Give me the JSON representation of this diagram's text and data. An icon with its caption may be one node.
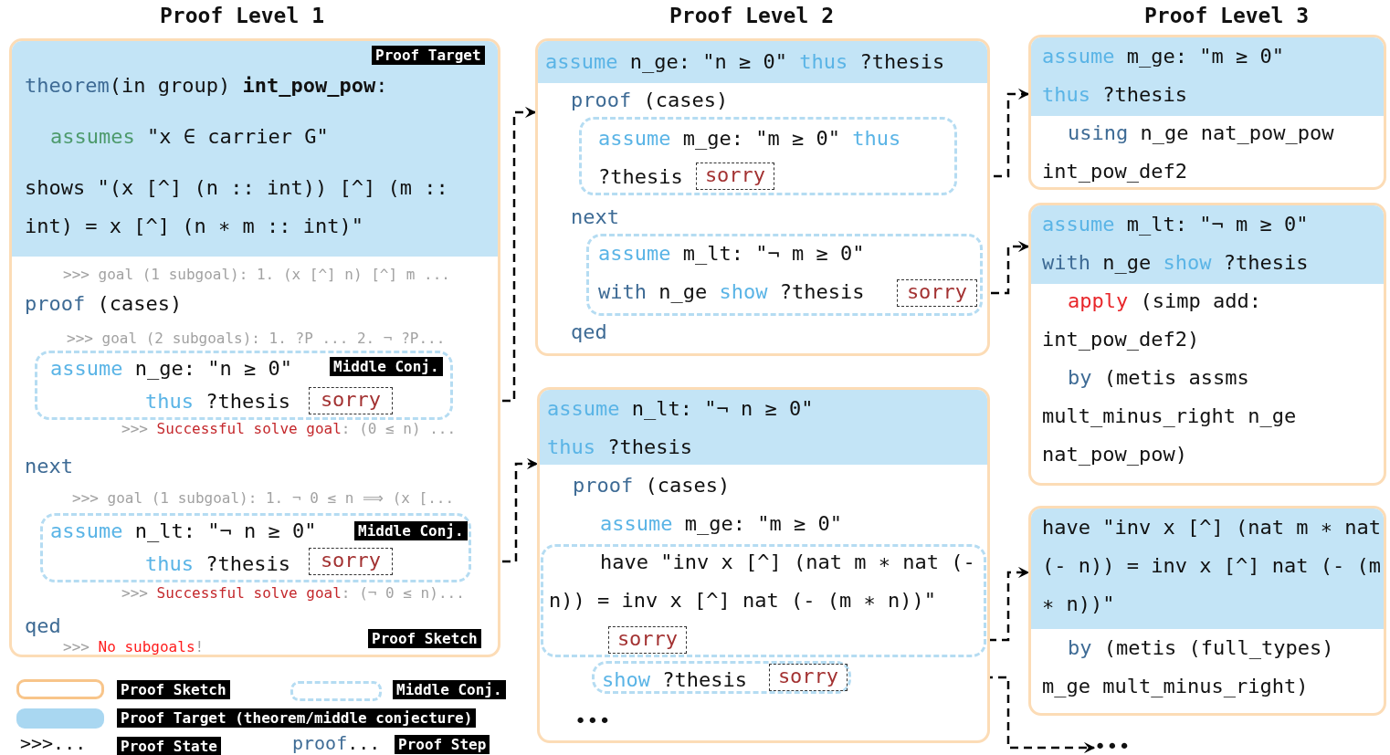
{
  "diagram": {
    "nodes": [
      {
        "text": [
          ">>> goal (1 subgoal): 1. (x [^] n) [^] m ...",
          "proof (cases)",
          ">>> goal (2 subgoals): 1. ?P ... 2. ¬ ?P...",
          ">>> Successful solve goal: (0 ≤ n) ...",
          "next",
          ">>> goal (1 subgoal): 1. ¬ 0 ≤ n ⟹ (x [...",
          ">>> Successful solve goal: (¬ 0 ≤ n)...",
          "qed",
          ">>> No subgoals!",
          "Proof Sketch"
        ]
      },
      {
        "text": [
          "Proof Target",
          "theorem(in group) int_pow_pow:",
          "assumes \"x ∈ carrier G\"",
          "shows \"(x [^] (n :: int)) [^] (m :: int) = x [^] (n ∗ m :: int)\""
        ],
        "in": 0
      },
      {
        "text": [
          "assume n_ge: \"n ≥ 0\"",
          "Middle Conj.",
          "thus ?thesis"
        ],
        "in": 0
      },
      {
        "text": [
          "sorry"
        ],
        "in": 2
      },
      {
        "text": [
          "assume n_lt: \"¬ n ≥ 0\"",
          "Middle Conj.",
          "thus ?thesis"
        ],
        "in": 0
      },
      {
        "text": [
          "sorry"
        ],
        "in": 4
      },
      {
        "text": [
          "proof (cases)",
          "next",
          "qed"
        ]
      },
      {
        "text": [
          "assume n_ge: \"n ≥ 0\" thus ?thesis"
        ],
        "in": 6
      },
      {
        "text": [
          "assume m_ge: \"m ≥ 0\" thus ?thesis"
        ],
        "in": 6
      },
      {
        "text": [
          "sorry"
        ],
        "in": 8
      },
      {
        "text": [
          "assume m_lt: \"¬ m ≥ 0\" with n_ge show ?thesis"
        ],
        "in": 6
      },
      {
        "text": [
          "sorry"
        ],
        "in": 10
      },
      {
        "text": [
          "proof (cases)",
          "assume m_ge: \"m ≥ 0\"",
          "•••"
        ]
      },
      {
        "text": [
          "assume n_lt: \"¬ n ≥ 0\" thus ?thesis"
        ],
        "in": 12
      },
      {
        "text": [
          "have \"inv x [^] (nat m ∗ nat (- n)) = inv x [^] nat (- (m ∗ n))\""
        ],
        "in": 12
      },
      {
        "text": [
          "sorry"
        ],
        "in": 14
      },
      {
        "text": [
          "show ?thesis"
        ],
        "in": 12
      },
      {
        "text": [
          "sorry"
        ],
        "in": 16
      },
      {
        "text": [
          "using n_ge nat_pow_pow int_pow_def2"
        ]
      },
      {
        "text": [
          "assume m_ge: \"m ≥ 0\" thus ?thesis"
        ],
        "in": 18
      },
      {
        "text": [
          "apply (simp add: int_pow_def2)",
          "by (metis assms mult_minus_right n_ge nat_pow_pow)"
        ]
      },
      {
        "text": [
          "assume m_lt: \"¬ m ≥ 0\" with n_ge show ?thesis"
        ],
        "in": 20
      },
      {
        "text": [
          "by (metis (full_types) m_ge mult_minus_right)"
        ]
      },
      {
        "text": [
          "have \"inv x [^] (nat m ∗ nat (- n)) = inv x [^] nat (- (m ∗ n))\""
        ],
        "in": 22
      },
      {
        "text": [
          "•••"
        ]
      },
      {
        "text": [],
        "shape": "box"
      },
      {
        "text": [],
        "shape": "box"
      }
    ],
    "edges": [
      {
        "from": 3,
        "to": 6,
        "arrow": "to"
      },
      {
        "from": 5,
        "to": 12,
        "arrow": "to"
      },
      {
        "from": 9,
        "to": 18,
        "arrow": "to"
      },
      {
        "from": 11,
        "to": 20,
        "arrow": "to"
      },
      {
        "from": 15,
        "to": 22,
        "arrow": "to"
      },
      {
        "from": 17,
        "to": 24,
        "arrow": "to"
      }
    ],
    "labels": [
      "Proof Level 1",
      "Proof Level 2",
      "Proof Level 3",
      ">>>...",
      "proof..."
    ],
    "legend": [
      {
        "text": "Proof Sketch"
      },
      {
        "text": "Middle Conj."
      },
      {
        "text": "Proof Target (theorem/middle conjecture)",
        "color": "#a9d7f1"
      },
      {
        "text": "Proof State"
      },
      {
        "text": "Proof Step"
      }
    ]
  }
}
